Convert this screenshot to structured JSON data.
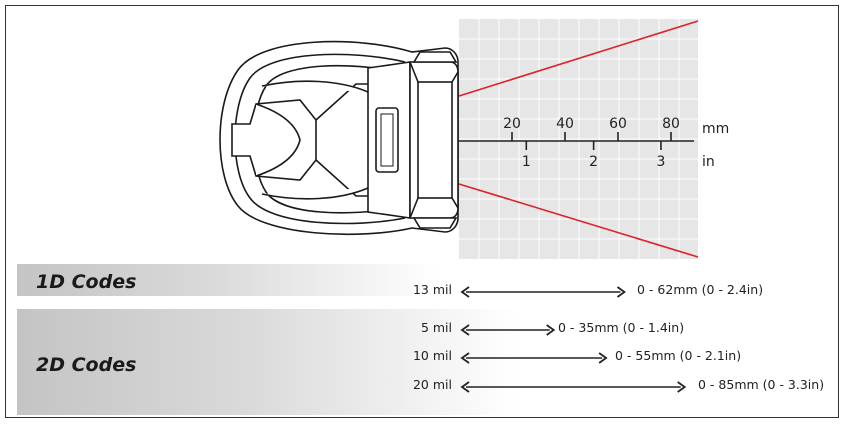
{
  "scale": {
    "mm_ticks": [
      20,
      40,
      60,
      80
    ],
    "mm_unit": "mm",
    "in_ticks": [
      1,
      2,
      3
    ],
    "in_unit": "in"
  },
  "sections": [
    {
      "title": "1D Codes",
      "rows": [
        {
          "label": "13 mil",
          "max_mm": 62,
          "range": "0 - 62mm (0 - 2.4in)"
        }
      ]
    },
    {
      "title": "2D Codes",
      "rows": [
        {
          "label": "5 mil",
          "max_mm": 35,
          "range": "0 - 35mm (0 - 1.4in)"
        },
        {
          "label": "10 mil",
          "max_mm": 55,
          "range": "0 - 55mm (0 - 2.1in)"
        },
        {
          "label": "20 mil",
          "max_mm": 85,
          "range": "0 - 85mm (0 - 3.3in)"
        }
      ]
    }
  ],
  "colors": {
    "beam": "#e0202a",
    "grid_bg": "#e6e6e6",
    "grid_line": "#ffffff",
    "ink": "#222222"
  },
  "icons": [
    "barcode-scanner-icon",
    "double-arrow-icon"
  ]
}
